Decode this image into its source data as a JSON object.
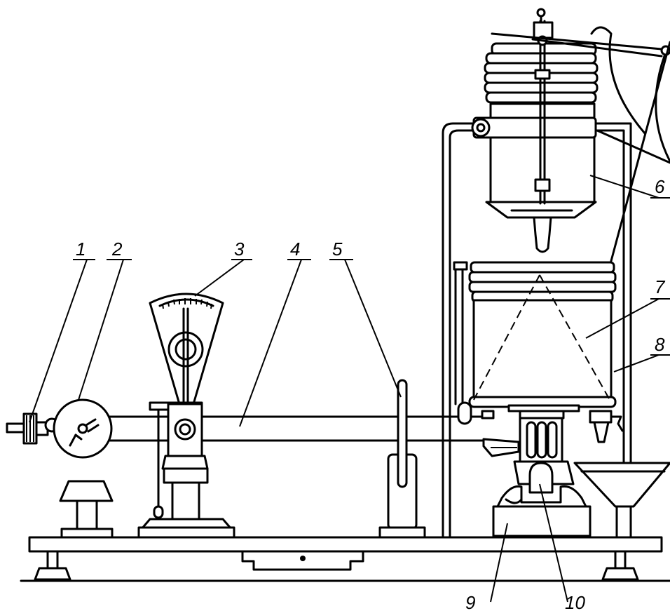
{
  "callouts": [
    {
      "key": "c1",
      "label": "1"
    },
    {
      "key": "c2",
      "label": "2"
    },
    {
      "key": "c3",
      "label": "3"
    },
    {
      "key": "c4",
      "label": "4"
    },
    {
      "key": "c5",
      "label": "5"
    },
    {
      "key": "c6",
      "label": "6"
    },
    {
      "key": "c7",
      "label": "7"
    },
    {
      "key": "c8",
      "label": "8"
    },
    {
      "key": "c9",
      "label": "9"
    },
    {
      "key": "c10",
      "label": "10"
    }
  ]
}
